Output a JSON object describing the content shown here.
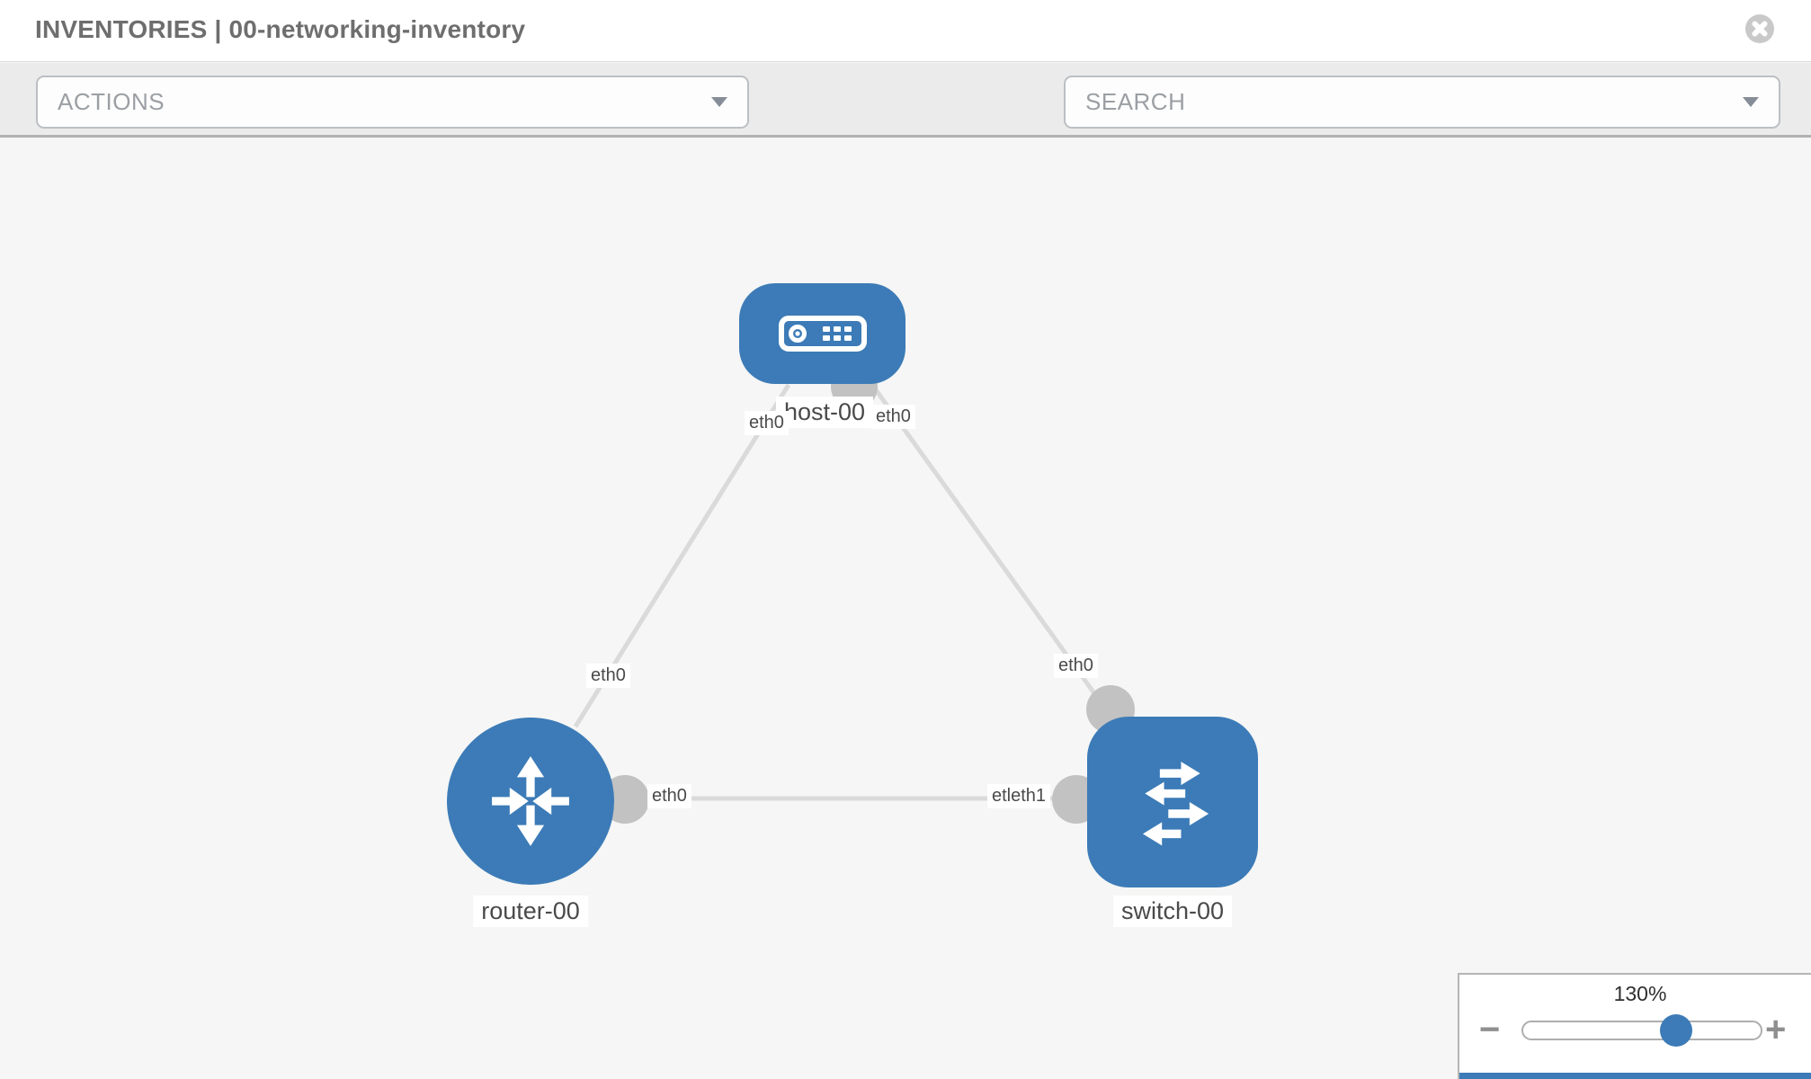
{
  "header": {
    "title": "INVENTORIES | 00-networking-inventory"
  },
  "toolbar": {
    "actions_label": "ACTIONS",
    "search_label": "SEARCH"
  },
  "icons": {
    "close": "x-in-circle",
    "wrench": "wrench",
    "key": "key",
    "dropdown": "chevron-down-triangle",
    "host": "server-faceplate",
    "router": "four-converging-arrows",
    "switch": "alternating-horizontal-arrows"
  },
  "diagram": {
    "nodes": [
      {
        "id": "host-00",
        "label": "host-00",
        "type": "host",
        "shape": "rounded-rect"
      },
      {
        "id": "router-00",
        "label": "router-00",
        "type": "router",
        "shape": "circle"
      },
      {
        "id": "switch-00",
        "label": "switch-00",
        "type": "switch",
        "shape": "rounded-square"
      }
    ],
    "links": [
      {
        "from": "host-00",
        "to": "router-00",
        "from_interface": "eth0",
        "to_interface": "eth0"
      },
      {
        "from": "host-00",
        "to": "switch-00",
        "from_interface": "eth0",
        "to_interface": "eth0"
      },
      {
        "from": "router-00",
        "to": "switch-00",
        "from_interface": "eth0",
        "to_interface": "eth1"
      }
    ],
    "interface_labels": [
      {
        "text": "eth0"
      },
      {
        "text": "eth0"
      },
      {
        "text": "eth0"
      },
      {
        "text": "eth0"
      },
      {
        "text": "eth0"
      },
      {
        "text": "etleth1"
      }
    ]
  },
  "zoom_control": {
    "level": "130%",
    "value_percent": 130,
    "minus": "−",
    "plus": "+"
  },
  "colors": {
    "node_blue": "#3c7bb7",
    "link_gray": "#dadada",
    "port_dot_gray": "#c2c2c2",
    "toolbar_bg": "#ebebeb",
    "canvas_bg": "#f5f6f5",
    "title_gray": "#6e6e6e"
  }
}
